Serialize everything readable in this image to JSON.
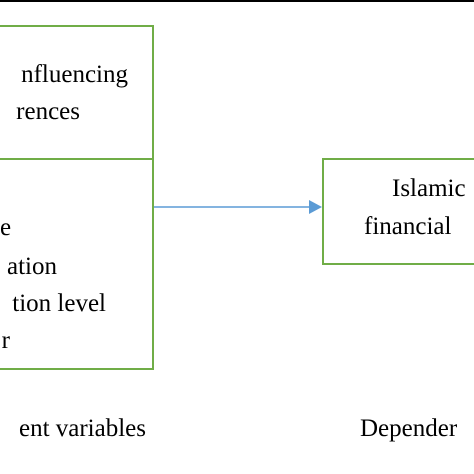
{
  "influencing_box": {
    "line1": "nfluencing",
    "line2": "rences"
  },
  "independent_box": {
    "lines": [
      "e",
      "ation",
      "tion level",
      "r"
    ]
  },
  "dependent_box": {
    "line1": "Islamic",
    "line2": "financial"
  },
  "labels": {
    "left": "ent variables",
    "right": "Depender"
  },
  "colors": {
    "box_border": "#70ad47",
    "arrow": "#5b9bd5",
    "text": "#000000",
    "background": "#ffffff"
  }
}
